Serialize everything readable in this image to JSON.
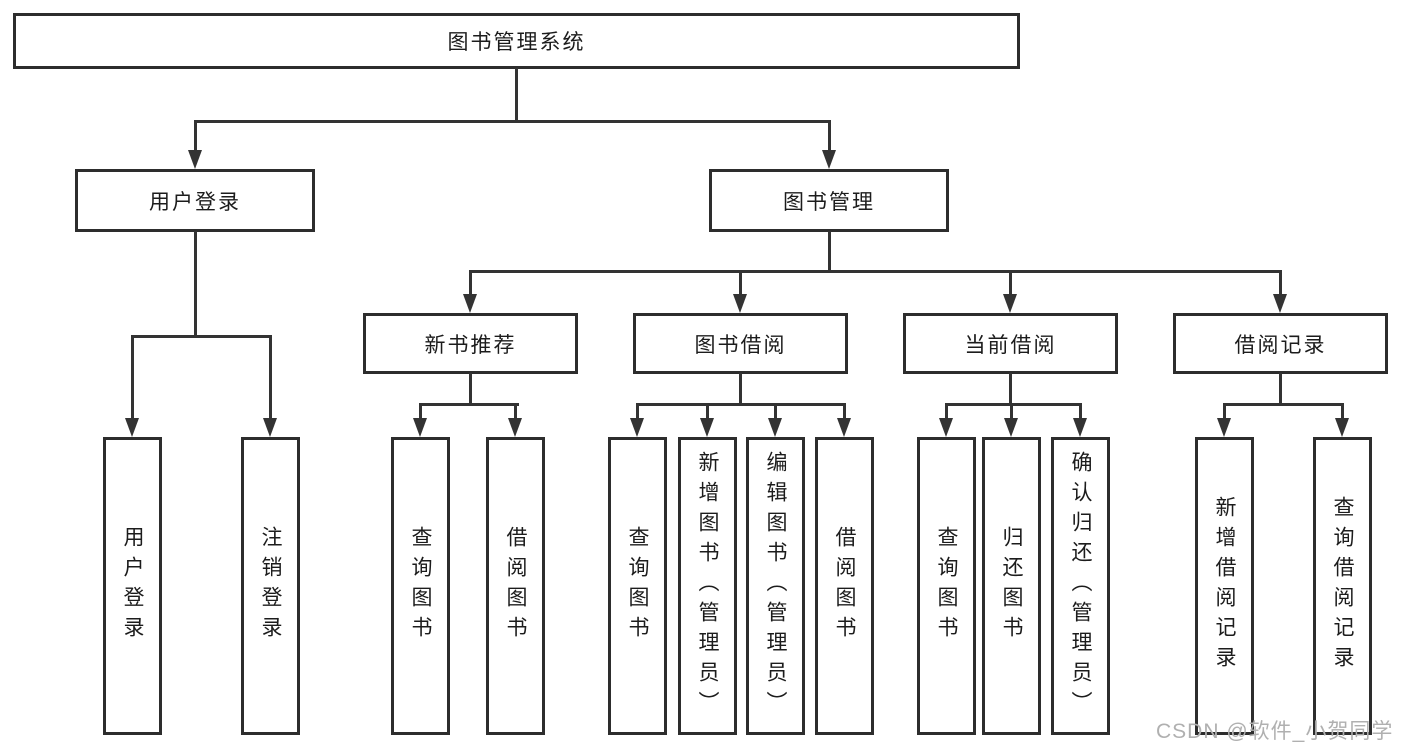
{
  "colors": {
    "line": "#333333",
    "box_border": "#2d2d2d",
    "text": "#1c1c1c",
    "background": "#ffffff",
    "watermark": "#b0b0b0"
  },
  "diagram": {
    "root": {
      "label": "图书管理系统"
    },
    "branches": [
      {
        "label": "用户登录",
        "children": [
          {
            "label": "用户登录"
          },
          {
            "label": "注销登录"
          }
        ]
      },
      {
        "label": "图书管理",
        "groups": [
          {
            "label": "新书推荐",
            "children": [
              {
                "label": "查询图书"
              },
              {
                "label": "借阅图书"
              }
            ]
          },
          {
            "label": "图书借阅",
            "children": [
              {
                "label": "查询图书"
              },
              {
                "label": "新增图书（管理员）"
              },
              {
                "label": "编辑图书（管理员）"
              },
              {
                "label": "借阅图书"
              }
            ]
          },
          {
            "label": "当前借阅",
            "children": [
              {
                "label": "查询图书"
              },
              {
                "label": "归还图书"
              },
              {
                "label": "确认归还（管理员）"
              }
            ]
          },
          {
            "label": "借阅记录",
            "children": [
              {
                "label": "新增借阅记录"
              },
              {
                "label": "查询借阅记录"
              }
            ]
          }
        ]
      }
    ]
  },
  "watermark": {
    "text": "CSDN @软件_小贺同学"
  }
}
